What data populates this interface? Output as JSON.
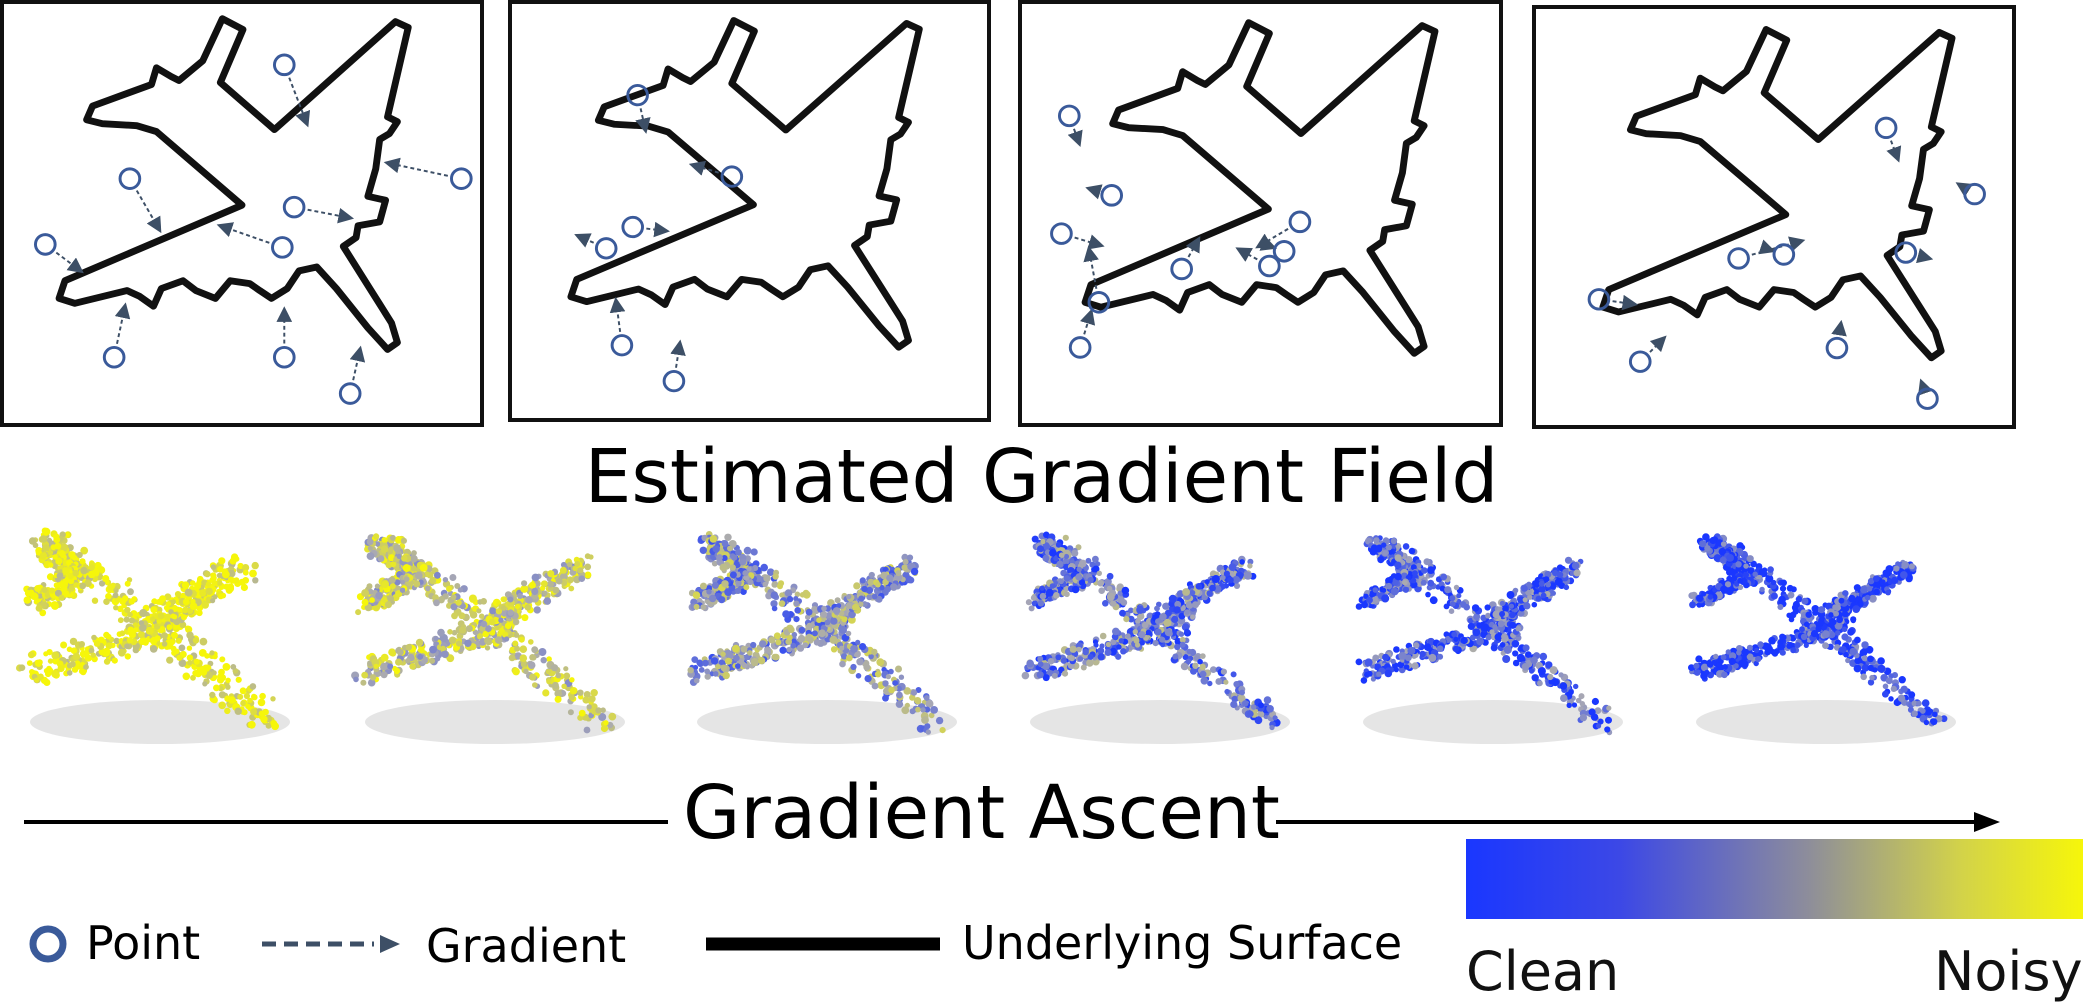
{
  "title": "Estimated Gradient Field",
  "ascent_label": "Gradient Ascent",
  "panels_count": 4,
  "point_clouds_count": 6,
  "colors": {
    "point": "#3a5a9a",
    "gradient_arrow": "#3d4f66",
    "surface": "#111111",
    "clean": "#1a37ff",
    "noisy": "#f6f60a",
    "neutral": "#8c8c9c"
  },
  "legend": {
    "point": "Point",
    "gradient": "Gradient",
    "surface": "Underlying Surface"
  },
  "colorbar": {
    "low": "Clean",
    "high": "Noisy"
  },
  "cloud_noise_levels": [
    0.95,
    0.7,
    0.45,
    0.3,
    0.18,
    0.1
  ]
}
